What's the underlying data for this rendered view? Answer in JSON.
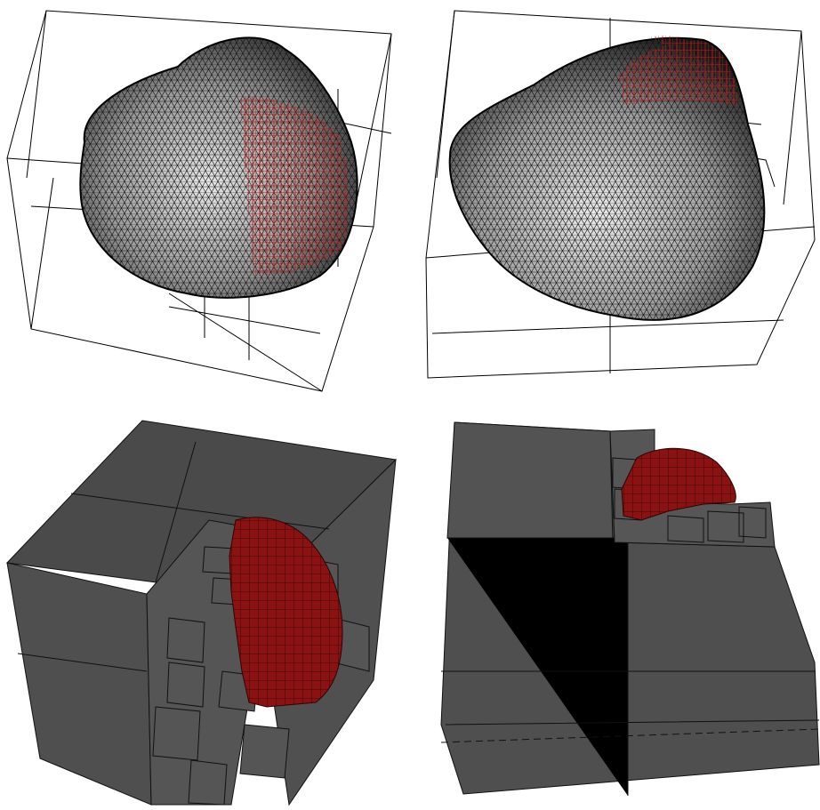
{
  "figure": {
    "panels": [
      {
        "id": "top-left",
        "render": "wireframe",
        "mesh_color": "#111111",
        "highlight_color": "#b01414",
        "bounding_box_color": "#000000"
      },
      {
        "id": "top-right",
        "render": "wireframe",
        "mesh_color": "#111111",
        "highlight_color": "#b01414",
        "bounding_box_color": "#000000"
      },
      {
        "id": "bottom-left",
        "render": "solid-octree",
        "cube_color": "#4d4d4d",
        "highlight_color": "#8b1212"
      },
      {
        "id": "bottom-right",
        "render": "solid-octree",
        "cube_color": "#4d4d4d",
        "highlight_color": "#8b1212"
      }
    ],
    "background": "#ffffff"
  }
}
